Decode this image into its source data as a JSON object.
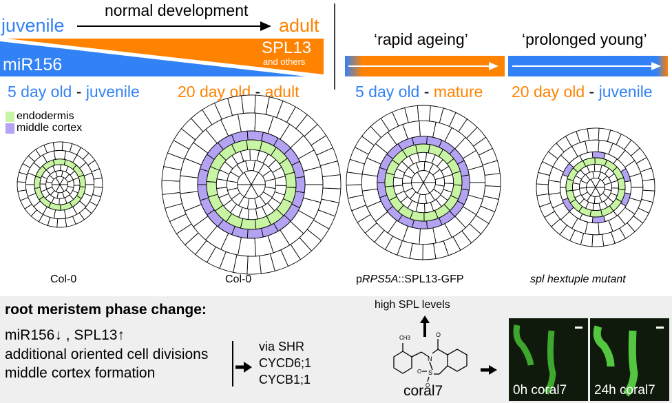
{
  "top": {
    "title": "normal development",
    "juvenile": "juvenile",
    "adult": "adult",
    "mir156": "miR156",
    "spl13": "SPL13",
    "and_others": "and others",
    "rapid_ageing": "‘rapid ageing’",
    "prolonged_young": "‘prolonged young’"
  },
  "labels": [
    {
      "age": "5 day old",
      "sep": " - ",
      "phase": "juvenile"
    },
    {
      "age": "20 day old",
      "sep": " - ",
      "phase": "adult"
    },
    {
      "age": "5 day old",
      "sep": " - ",
      "phase": "mature"
    },
    {
      "age": "20 day old",
      "sep": " - ",
      "phase": "juvenile"
    }
  ],
  "legend": {
    "endodermis": "endodermis",
    "middle_cortex": "middle cortex"
  },
  "genotypes": {
    "g1": "Col-0",
    "g2": "Col-0",
    "g3_prefix": "p",
    "g3_italic": "RPS5A",
    "g3_suffix": "::SPL13-GFP",
    "g4": "spl hextuple mutant"
  },
  "bottom": {
    "heading": "root meristem phase change:",
    "line1_a": "miR156",
    "line1_b": " , SPL13",
    "line2": "additional oriented cell divisions",
    "line3": "middle cortex formation",
    "targets": [
      "via SHR",
      "CYCD6;1",
      "CYCB1;1"
    ],
    "high_spl": "high SPL levels",
    "compound": "coral7",
    "atoms": {
      "ch3": "CH3",
      "o1": "O",
      "n": "N",
      "s": "S",
      "o2": "O",
      "o3": "O"
    },
    "micro": [
      "0h coral7",
      "24h coral7"
    ]
  },
  "colors": {
    "blue": "#3282f6",
    "orange": "#ff8200",
    "endodermis": "#c8f5a4",
    "middle_cortex": "#b4a2f2"
  }
}
